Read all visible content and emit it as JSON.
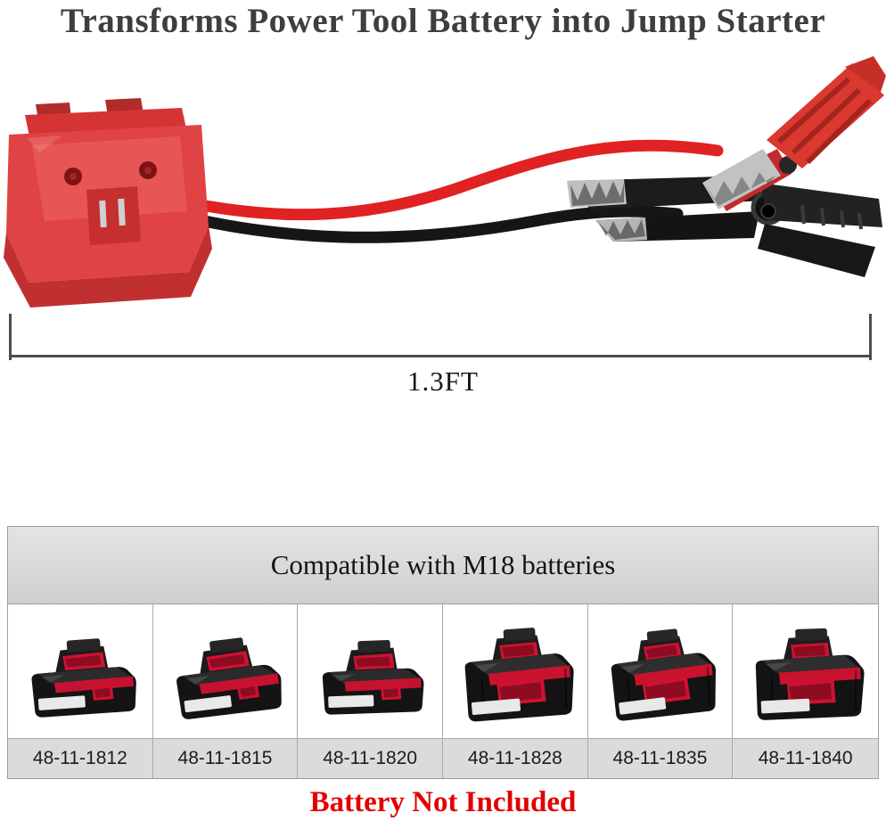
{
  "title": "Transforms Power Tool Battery into Jump Starter",
  "dimension": {
    "label": "1.3FT"
  },
  "compatibility": {
    "header": "Compatible with M18 batteries",
    "models": [
      "48-11-1812",
      "48-11-1815",
      "48-11-1820",
      "48-11-1828",
      "48-11-1835",
      "48-11-1840"
    ]
  },
  "note": "Battery Not Included",
  "colors": {
    "title_text": "#3e3e3e",
    "note_text": "#e30000",
    "adapter_red": "#e04343",
    "cable_red": "#e02222",
    "cable_black": "#161616",
    "clamp_red": "#da3930",
    "clamp_black": "#1c1c1c",
    "table_header_bg": "#d9d9d9",
    "model_row_bg": "#dbdbdb",
    "table_border": "#9c9c9c"
  }
}
